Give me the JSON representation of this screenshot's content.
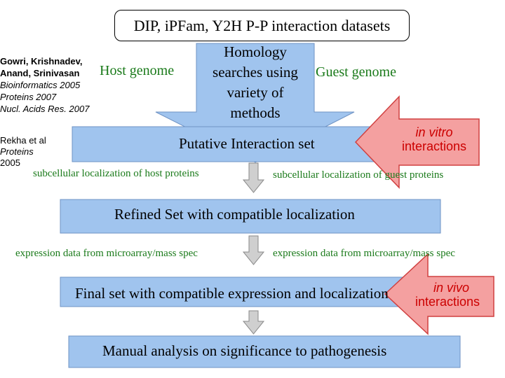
{
  "title_box": "DIP, iPFam, Y2H P-P interaction datasets",
  "citation1": {
    "authors_line1": "Gowri, Krishnadev,",
    "authors_line2": "Anand, Srinivasan",
    "ref1": "Bioinformatics 2005",
    "ref2": "Proteins 2007",
    "ref3_journal": "Nucl. Acids Res.",
    "ref3_year": " 2007"
  },
  "citation2": {
    "authors": "Rekha et al",
    "journal": "Proteins",
    "year": "2005"
  },
  "host_genome": "Host genome",
  "guest_genome": "Guest genome",
  "homology_arrow": [
    "Homology",
    "searches using",
    "variety of",
    "methods"
  ],
  "putative_set": "Putative Interaction set",
  "in_vitro": {
    "line1": "in vitro",
    "line2": "interactions"
  },
  "host_localization": "subcellular localization of host proteins",
  "guest_localization": "subcellular localization of guest proteins",
  "refined_set": "Refined Set with compatible localization",
  "expr_left": "expression data from microarray/mass spec",
  "expr_right": "expression data from microarray/mass spec",
  "final_set": "Final set with compatible expression and localization",
  "in_vivo": {
    "line1": "in vivo",
    "line2": "interactions"
  },
  "manual_analysis": "Manual analysis on significance to pathogenesis",
  "colors": {
    "box_fill": "#a0c4ee",
    "green_text": "#1a7a1a",
    "red_text": "#cc0000",
    "red_arrow": "#f4a0a0"
  }
}
